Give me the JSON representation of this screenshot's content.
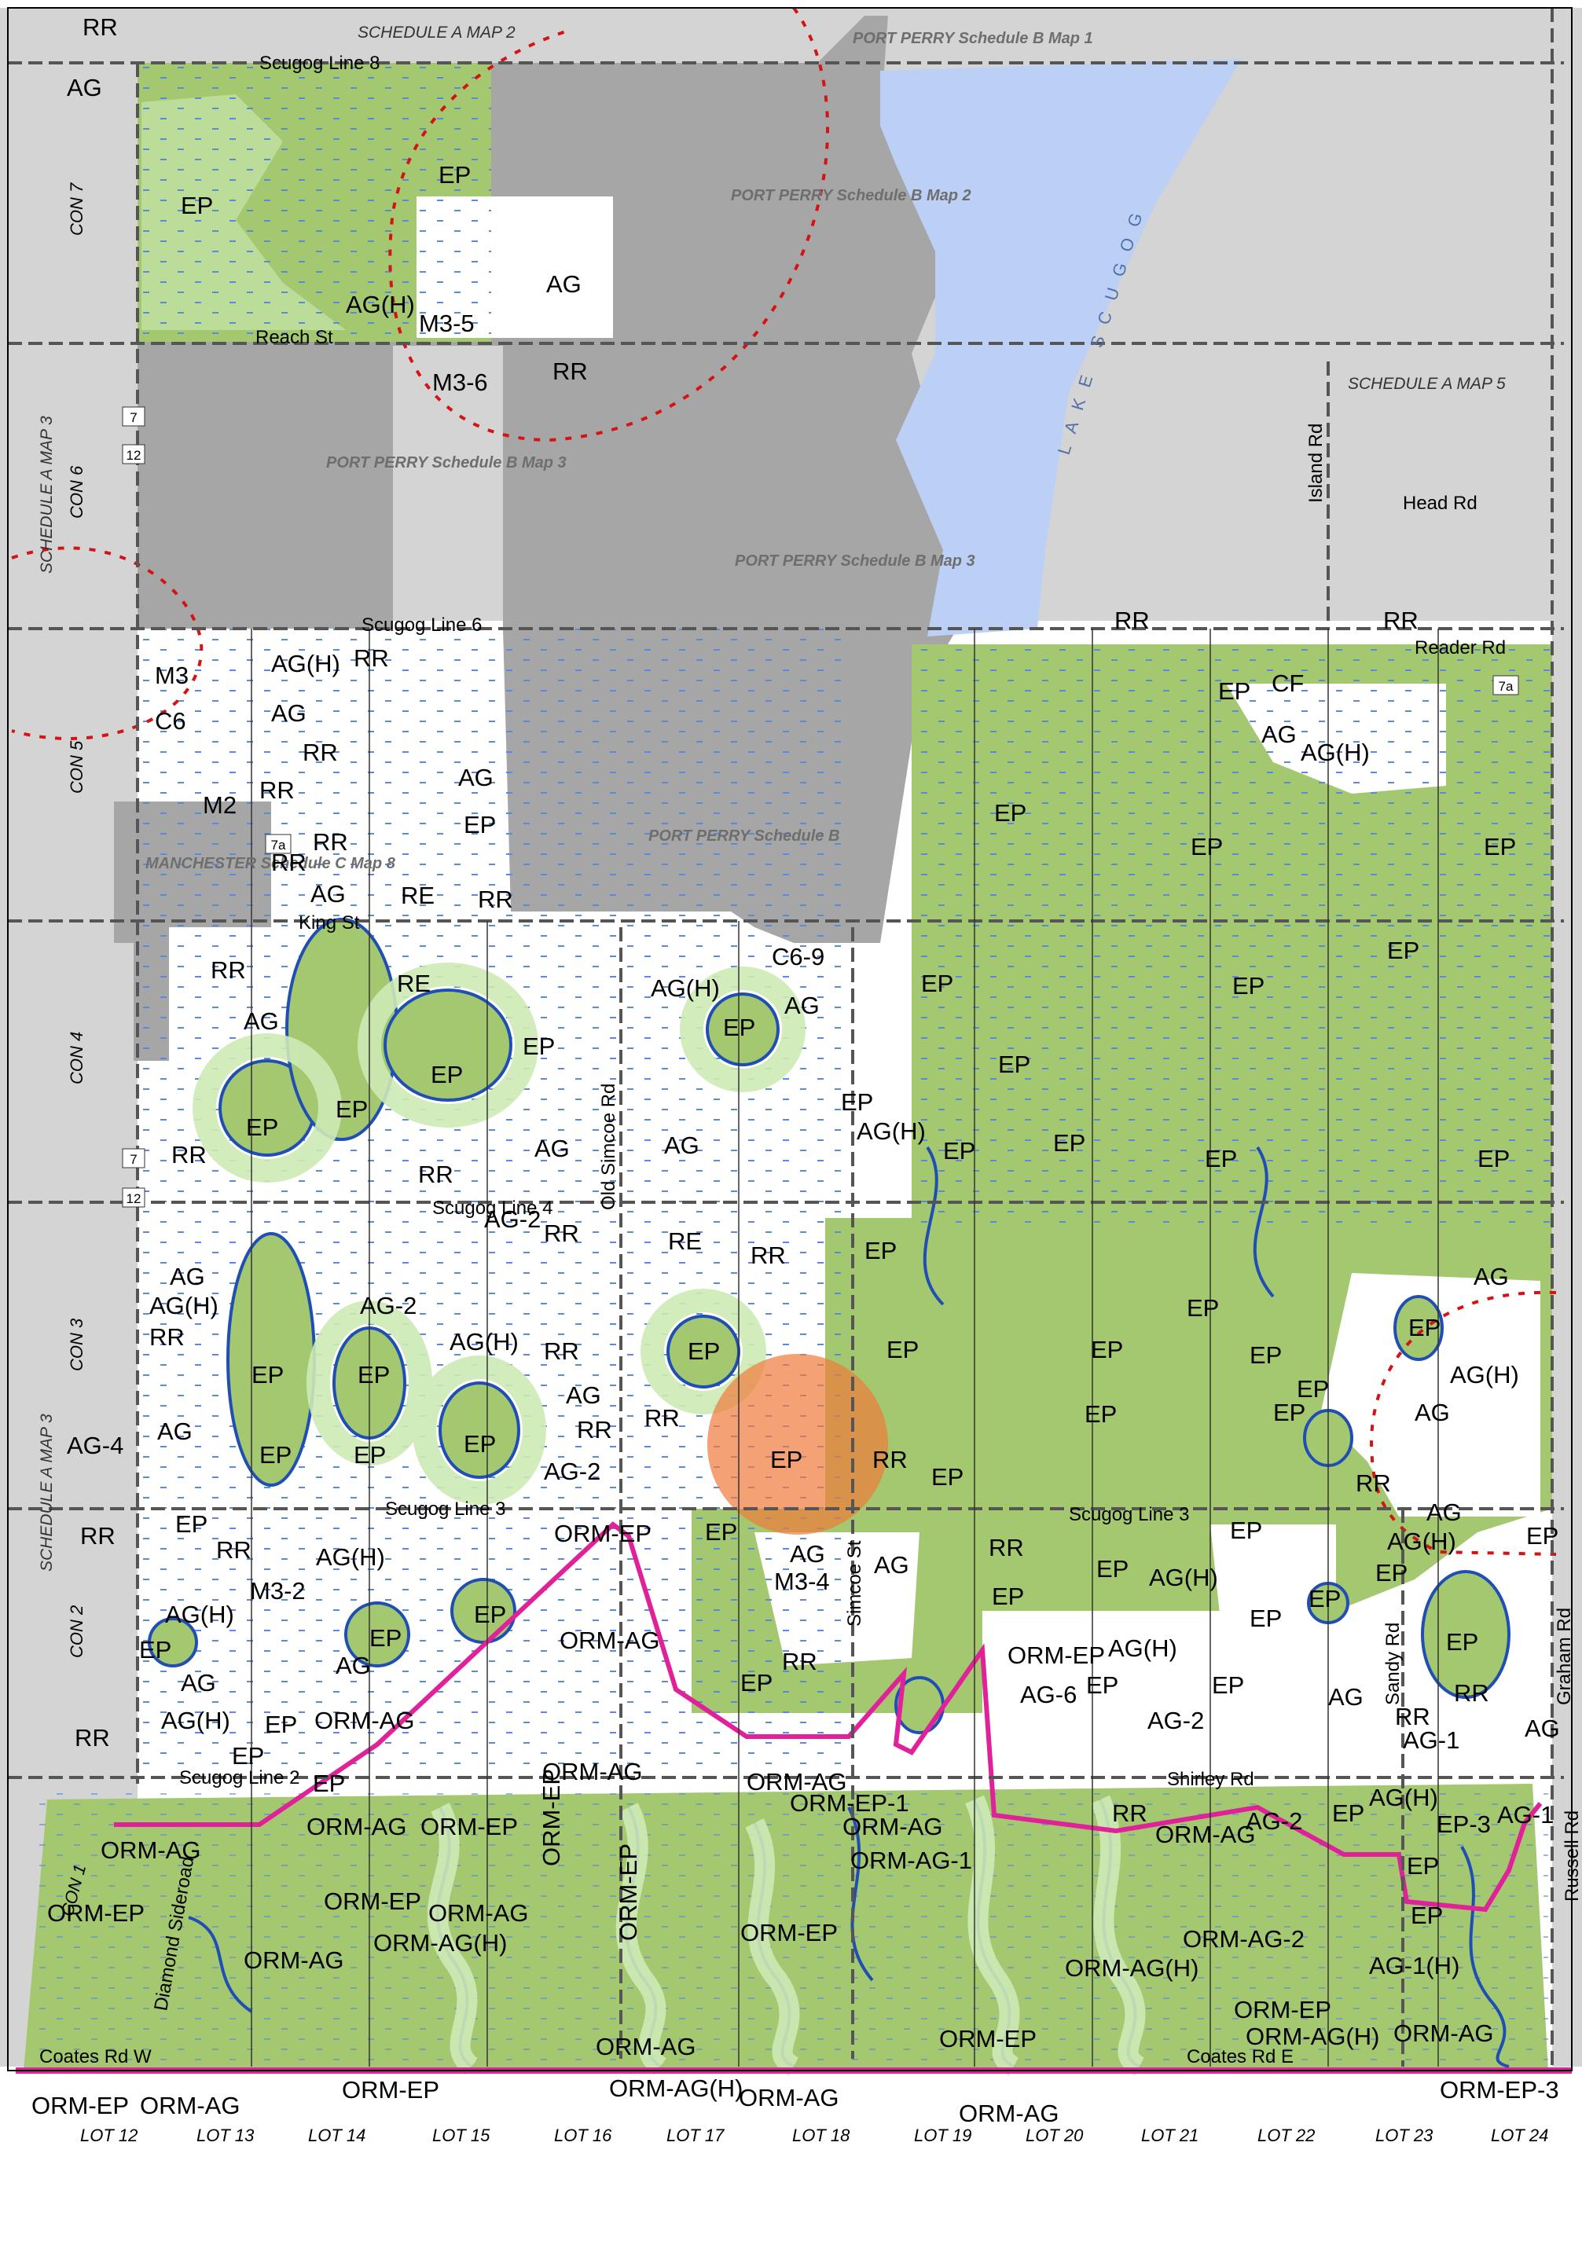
{
  "colors": {
    "ep_green": "#a4c870",
    "buffer_green": "#cdeab5",
    "urban_grey": "#a6a6a6",
    "road_grey": "#d4d4d4",
    "water": "#bcd0f5",
    "zone_border": "#1f4eb4",
    "orm_line": "#e0219a",
    "settlement_boundary": "#d41414"
  },
  "sheet_labels": {
    "map2_top": "SCHEDULE A MAP 2",
    "map5": "SCHEDULE A MAP 5",
    "map3_upper": "SCHEDULE A MAP 3",
    "map3_lower": "SCHEDULE A MAP 3"
  },
  "inset_labels": {
    "pp_map1": "PORT PERRY Schedule B Map 1",
    "pp_map2": "PORT PERRY Schedule B Map 2",
    "pp_map3a": "PORT PERRY Schedule B Map 3",
    "pp_map3b": "PORT PERRY Schedule B Map 3",
    "pp_map": "PORT PERRY Schedule B",
    "manchester": "MANCHESTER Schedule C Map 8"
  },
  "lake": "LAKE SCUGOG",
  "roads": {
    "scugog_line_8": "Scugog Line 8",
    "reach_st": "Reach St",
    "scugog_line_6": "Scugog Line 6",
    "king_st": "King St",
    "scugog_line_4": "Scugog Line 4",
    "scugog_line_3_w": "Scugog Line 3",
    "scugog_line_3_e": "Scugog Line 3",
    "scugog_line_2": "Scugog Line 2",
    "shirley_rd": "Shirley Rd",
    "coates_rd_w": "Coates Rd W",
    "coates_rd_e": "Coates Rd E",
    "reader_rd": "Reader Rd",
    "head_rd": "Head Rd",
    "island_rd": "Island Rd",
    "old_simcoe_rd": "Old Simcoe Rd",
    "simcoe_st": "Simcoe St",
    "sandy_rd": "Sandy Rd",
    "graham_rd": "Graham Rd",
    "russell_rd": "Russell Rd",
    "diamond_sideroad": "Diamond Sideroad",
    "hwy7_a": "7",
    "hwy12_a": "12",
    "hwy7_b": "7",
    "hwy12_b": "12",
    "hwy7a_a": "7a",
    "hwy7a_b": "7a"
  },
  "concessions": [
    "CON 7",
    "CON 6",
    "CON 5",
    "CON 4",
    "CON 3",
    "CON 2",
    "CON 1"
  ],
  "lots": [
    "LOT 12",
    "LOT 13",
    "LOT 14",
    "LOT 15",
    "LOT 16",
    "LOT 17",
    "LOT 18",
    "LOT 19",
    "LOT 20",
    "LOT 21",
    "LOT 22",
    "LOT 23",
    "LOT 24"
  ],
  "zones": {
    "ep": "EP",
    "ag": "AG",
    "rr": "RR",
    "ag_h": "AG(H)",
    "re": "RE",
    "m2": "M2",
    "m3": "M3",
    "c6": "C6",
    "cf": "CF",
    "m3_5": "M3-5",
    "m3_6": "M3-6",
    "c6_9": "C6-9",
    "ag_2": "AG-2",
    "ag_4": "AG-4",
    "m3_2": "M3-2",
    "m3_4": "M3-4",
    "ag_6": "AG-6",
    "ag_1": "AG-1",
    "ag_1_h": "AG-1(H)",
    "ep_3": "EP-3",
    "orm_ep": "ORM-EP",
    "orm_ag": "ORM-AG",
    "orm_ag_h": "ORM-AG(H)",
    "orm_ep_1": "ORM-EP-1",
    "orm_ag_1": "ORM-AG-1",
    "orm_ag_2": "ORM-AG-2",
    "orm_ep_3": "ORM-EP-3"
  }
}
